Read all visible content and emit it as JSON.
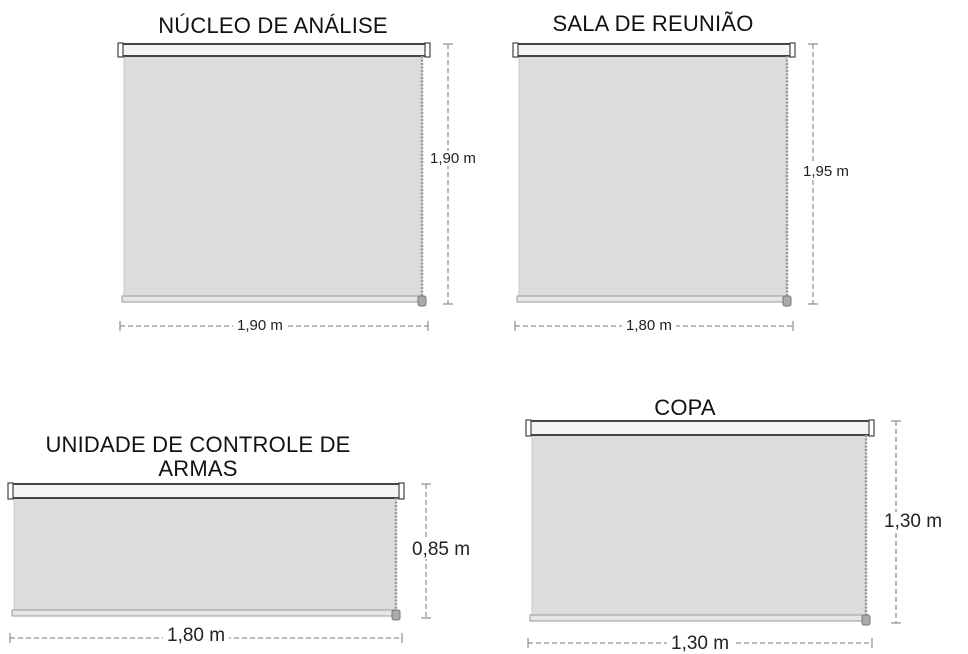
{
  "colors": {
    "fabric": "#dcdcdc",
    "fabric_edge": "#c9c9c9",
    "tube": "#f4f4f4",
    "tube_border": "#444444",
    "cord": "#9a9a9a",
    "bottom_bar": "#e6e6e6",
    "dimension_line": "#777777"
  },
  "blinds": [
    {
      "id": "nucleo",
      "title": "NÚCLEO DE ANÁLISE",
      "width_label": "1,90 m",
      "height_label": "1,90 m",
      "width_m": 1.9,
      "height_m": 1.9
    },
    {
      "id": "sala",
      "title": "SALA DE REUNIÃO",
      "width_label": "1,80 m",
      "height_label": "1,95 m",
      "width_m": 1.8,
      "height_m": 1.95
    },
    {
      "id": "unidade",
      "title": "UNIDADE DE CONTROLE DE ARMAS",
      "width_label": "1,80 m",
      "height_label": "0,85 m",
      "width_m": 1.8,
      "height_m": 0.85
    },
    {
      "id": "copa",
      "title": "COPA",
      "width_label": "1,30 m",
      "height_label": "1,30 m",
      "width_m": 1.3,
      "height_m": 1.3
    }
  ]
}
